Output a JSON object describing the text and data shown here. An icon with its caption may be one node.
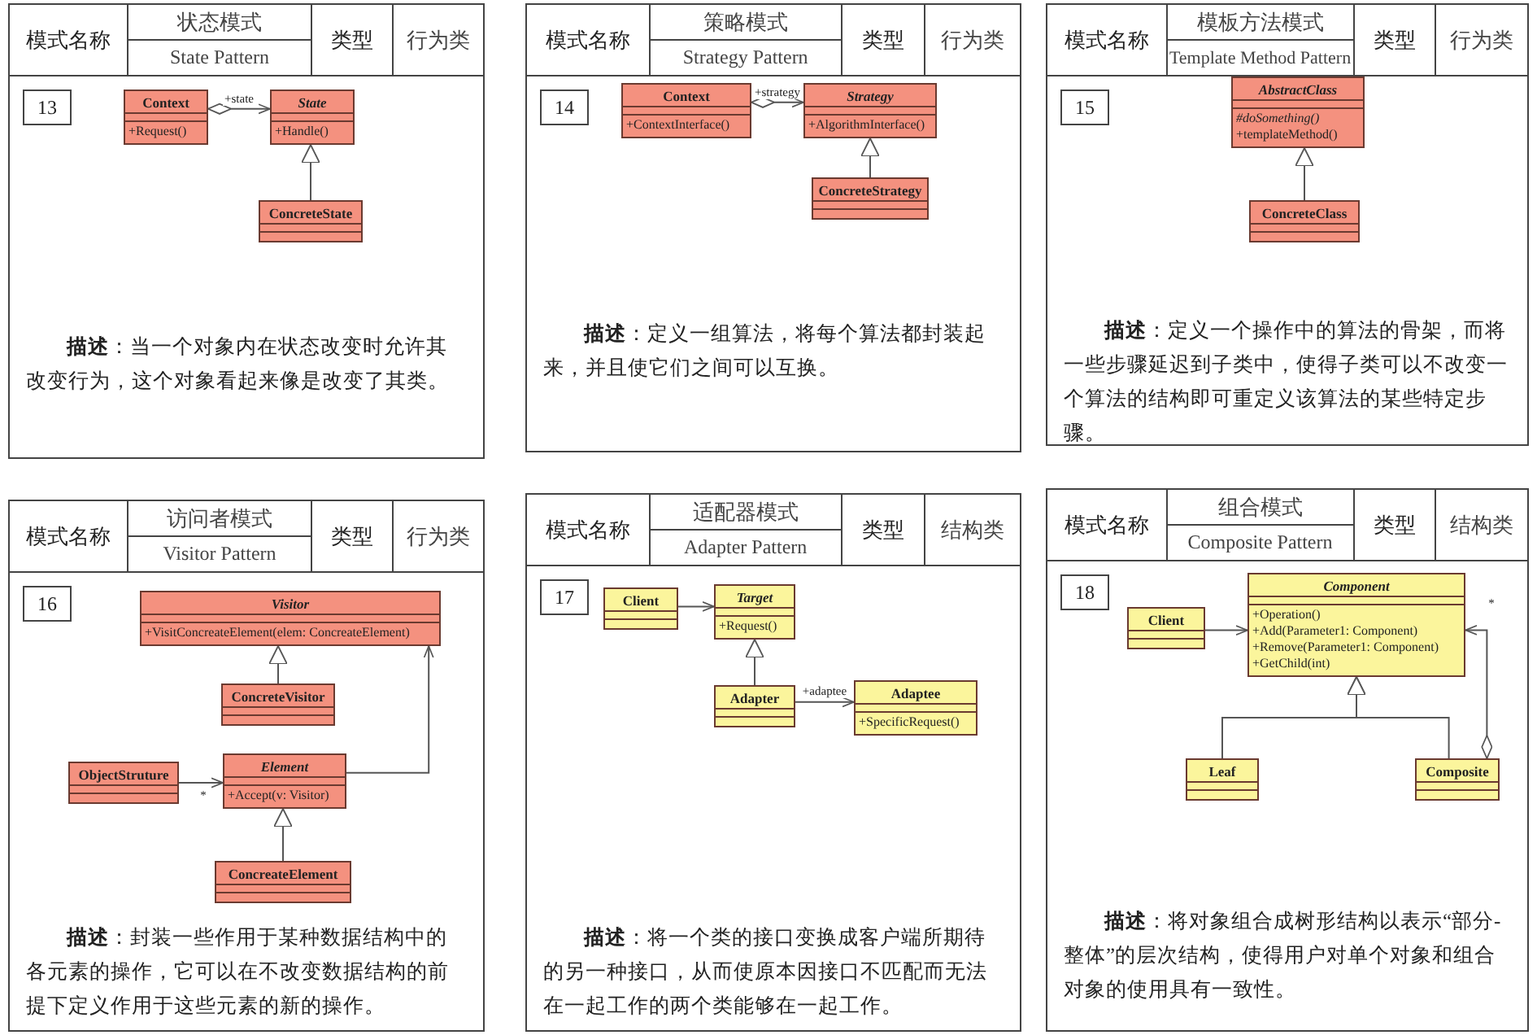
{
  "diagram": {
    "nodes": [
      {
        "text": [
          "模式名称",
          "状态模式",
          "State Pattern",
          "类型",
          "行为类",
          "**描述**：当一个对象内在状态改变时允许其改变行为，这个对象看起来像是改变了其类。"
        ]
      },
      {
        "text": [
          "13"
        ],
        "in": 0
      },
      {
        "text": [
          "Context",
          "+Request()"
        ],
        "in": 0
      },
      {
        "text": [
          "State",
          "+Handle()"
        ],
        "in": 0
      },
      {
        "text": [
          "ConcreteState"
        ],
        "in": 0
      },
      {
        "text": [
          "模式名称",
          "策略模式",
          "Strategy Pattern",
          "类型",
          "行为类",
          "**描述**：定义一组算法，将每个算法都封装起来，并且使它们之间可以互换。"
        ]
      },
      {
        "text": [
          "14"
        ],
        "in": 5
      },
      {
        "text": [
          "Context",
          "+ContextInterface()"
        ],
        "in": 5
      },
      {
        "text": [
          "Strategy",
          "+AlgorithmInterface()"
        ],
        "in": 5
      },
      {
        "text": [
          "ConcreteStrategy"
        ],
        "in": 5
      },
      {
        "text": [
          "模式名称",
          "模板方法模式",
          "Template Method Pattern",
          "类型",
          "行为类",
          "**描述**：定义一个操作中的算法的骨架，而将一些步骤延迟到子类中，使得子类可以不改变一个算法的结构即可重定义该算法的某些特定步骤。"
        ]
      },
      {
        "text": [
          "15"
        ],
        "in": 10
      },
      {
        "text": [
          "AbstractClass",
          "#doSomething()",
          "+templateMethod()"
        ],
        "in": 10
      },
      {
        "text": [
          "ConcreteClass"
        ],
        "in": 10
      },
      {
        "text": [
          "模式名称",
          "访问者模式",
          "Visitor Pattern",
          "类型",
          "行为类",
          "**描述**：封装一些作用于某种数据结构中的各元素的操作，它可以在不改变数据结构的前提下定义作用于这些元素的新的操作。"
        ]
      },
      {
        "text": [
          "16"
        ],
        "in": 14
      },
      {
        "text": [
          "Visitor",
          "+VisitConcreateElement(elem: ConcreateElement)"
        ],
        "in": 14
      },
      {
        "text": [
          "ConcreteVisitor"
        ],
        "in": 14
      },
      {
        "text": [
          "ObjectStruture"
        ],
        "in": 14
      },
      {
        "text": [
          "Element",
          "+Accept(v: Visitor)"
        ],
        "in": 14
      },
      {
        "text": [
          "ConcreateElement"
        ],
        "in": 14
      },
      {
        "text": [
          "模式名称",
          "适配器模式",
          "Adapter Pattern",
          "类型",
          "结构类",
          "**描述**：将一个类的接口变换成客户端所期待的另一种接口，从而使原本因接口不匹配而无法在一起工作的两个类能够在一起工作。"
        ]
      },
      {
        "text": [
          "17"
        ],
        "in": 21
      },
      {
        "text": [
          "Client"
        ],
        "in": 21
      },
      {
        "text": [
          "Target",
          "+Request()"
        ],
        "in": 21
      },
      {
        "text": [
          "Adapter"
        ],
        "in": 21
      },
      {
        "text": [
          "Adaptee",
          "+SpecificRequest()"
        ],
        "in": 21
      },
      {
        "text": [
          "模式名称",
          "组合模式",
          "Composite Pattern",
          "类型",
          "结构类",
          "**描述**：将对象组合成树形结构以表示“部分-整体”的层次结构，使得用户对单个对象和组合对象的使用具有一致性。"
        ]
      },
      {
        "text": [
          "18"
        ],
        "in": 27
      },
      {
        "text": [
          "Component",
          "+Operation()",
          "+Add(Parameter1: Component)",
          "+Remove(Parameter1: Component)",
          "+GetChild(int)"
        ],
        "in": 27
      },
      {
        "text": [
          "Client"
        ],
        "in": 27
      },
      {
        "text": [
          "Leaf"
        ],
        "in": 27
      },
      {
        "text": [
          "Composite"
        ],
        "in": 27
      }
    ],
    "edges": [
      {
        "from": 2,
        "to": 3,
        "arrow": "to",
        "label": "+state"
      },
      {
        "from": 4,
        "to": 3,
        "arrow": "to"
      },
      {
        "from": 7,
        "to": 8,
        "arrow": "to",
        "label": "+strategy"
      },
      {
        "from": 9,
        "to": 8,
        "arrow": "to"
      },
      {
        "from": 13,
        "to": 12,
        "arrow": "to"
      },
      {
        "from": 17,
        "to": 16,
        "arrow": "to"
      },
      {
        "from": 18,
        "to": 19,
        "arrow": "to",
        "label": "*"
      },
      {
        "from": 19,
        "to": 16,
        "arrow": "to"
      },
      {
        "from": 20,
        "to": 19,
        "arrow": "to"
      },
      {
        "from": 23,
        "to": 24,
        "arrow": "to"
      },
      {
        "from": 25,
        "to": 24,
        "arrow": "to"
      },
      {
        "from": 25,
        "to": 26,
        "arrow": "to",
        "label": "+adaptee"
      },
      {
        "from": 30,
        "to": 29,
        "arrow": "to"
      },
      {
        "from": 31,
        "to": 29,
        "arrow": "to"
      },
      {
        "from": 32,
        "to": 29,
        "arrow": "to"
      },
      {
        "from": 32,
        "to": 29,
        "arrow": "to",
        "label": "*"
      }
    ]
  }
}
